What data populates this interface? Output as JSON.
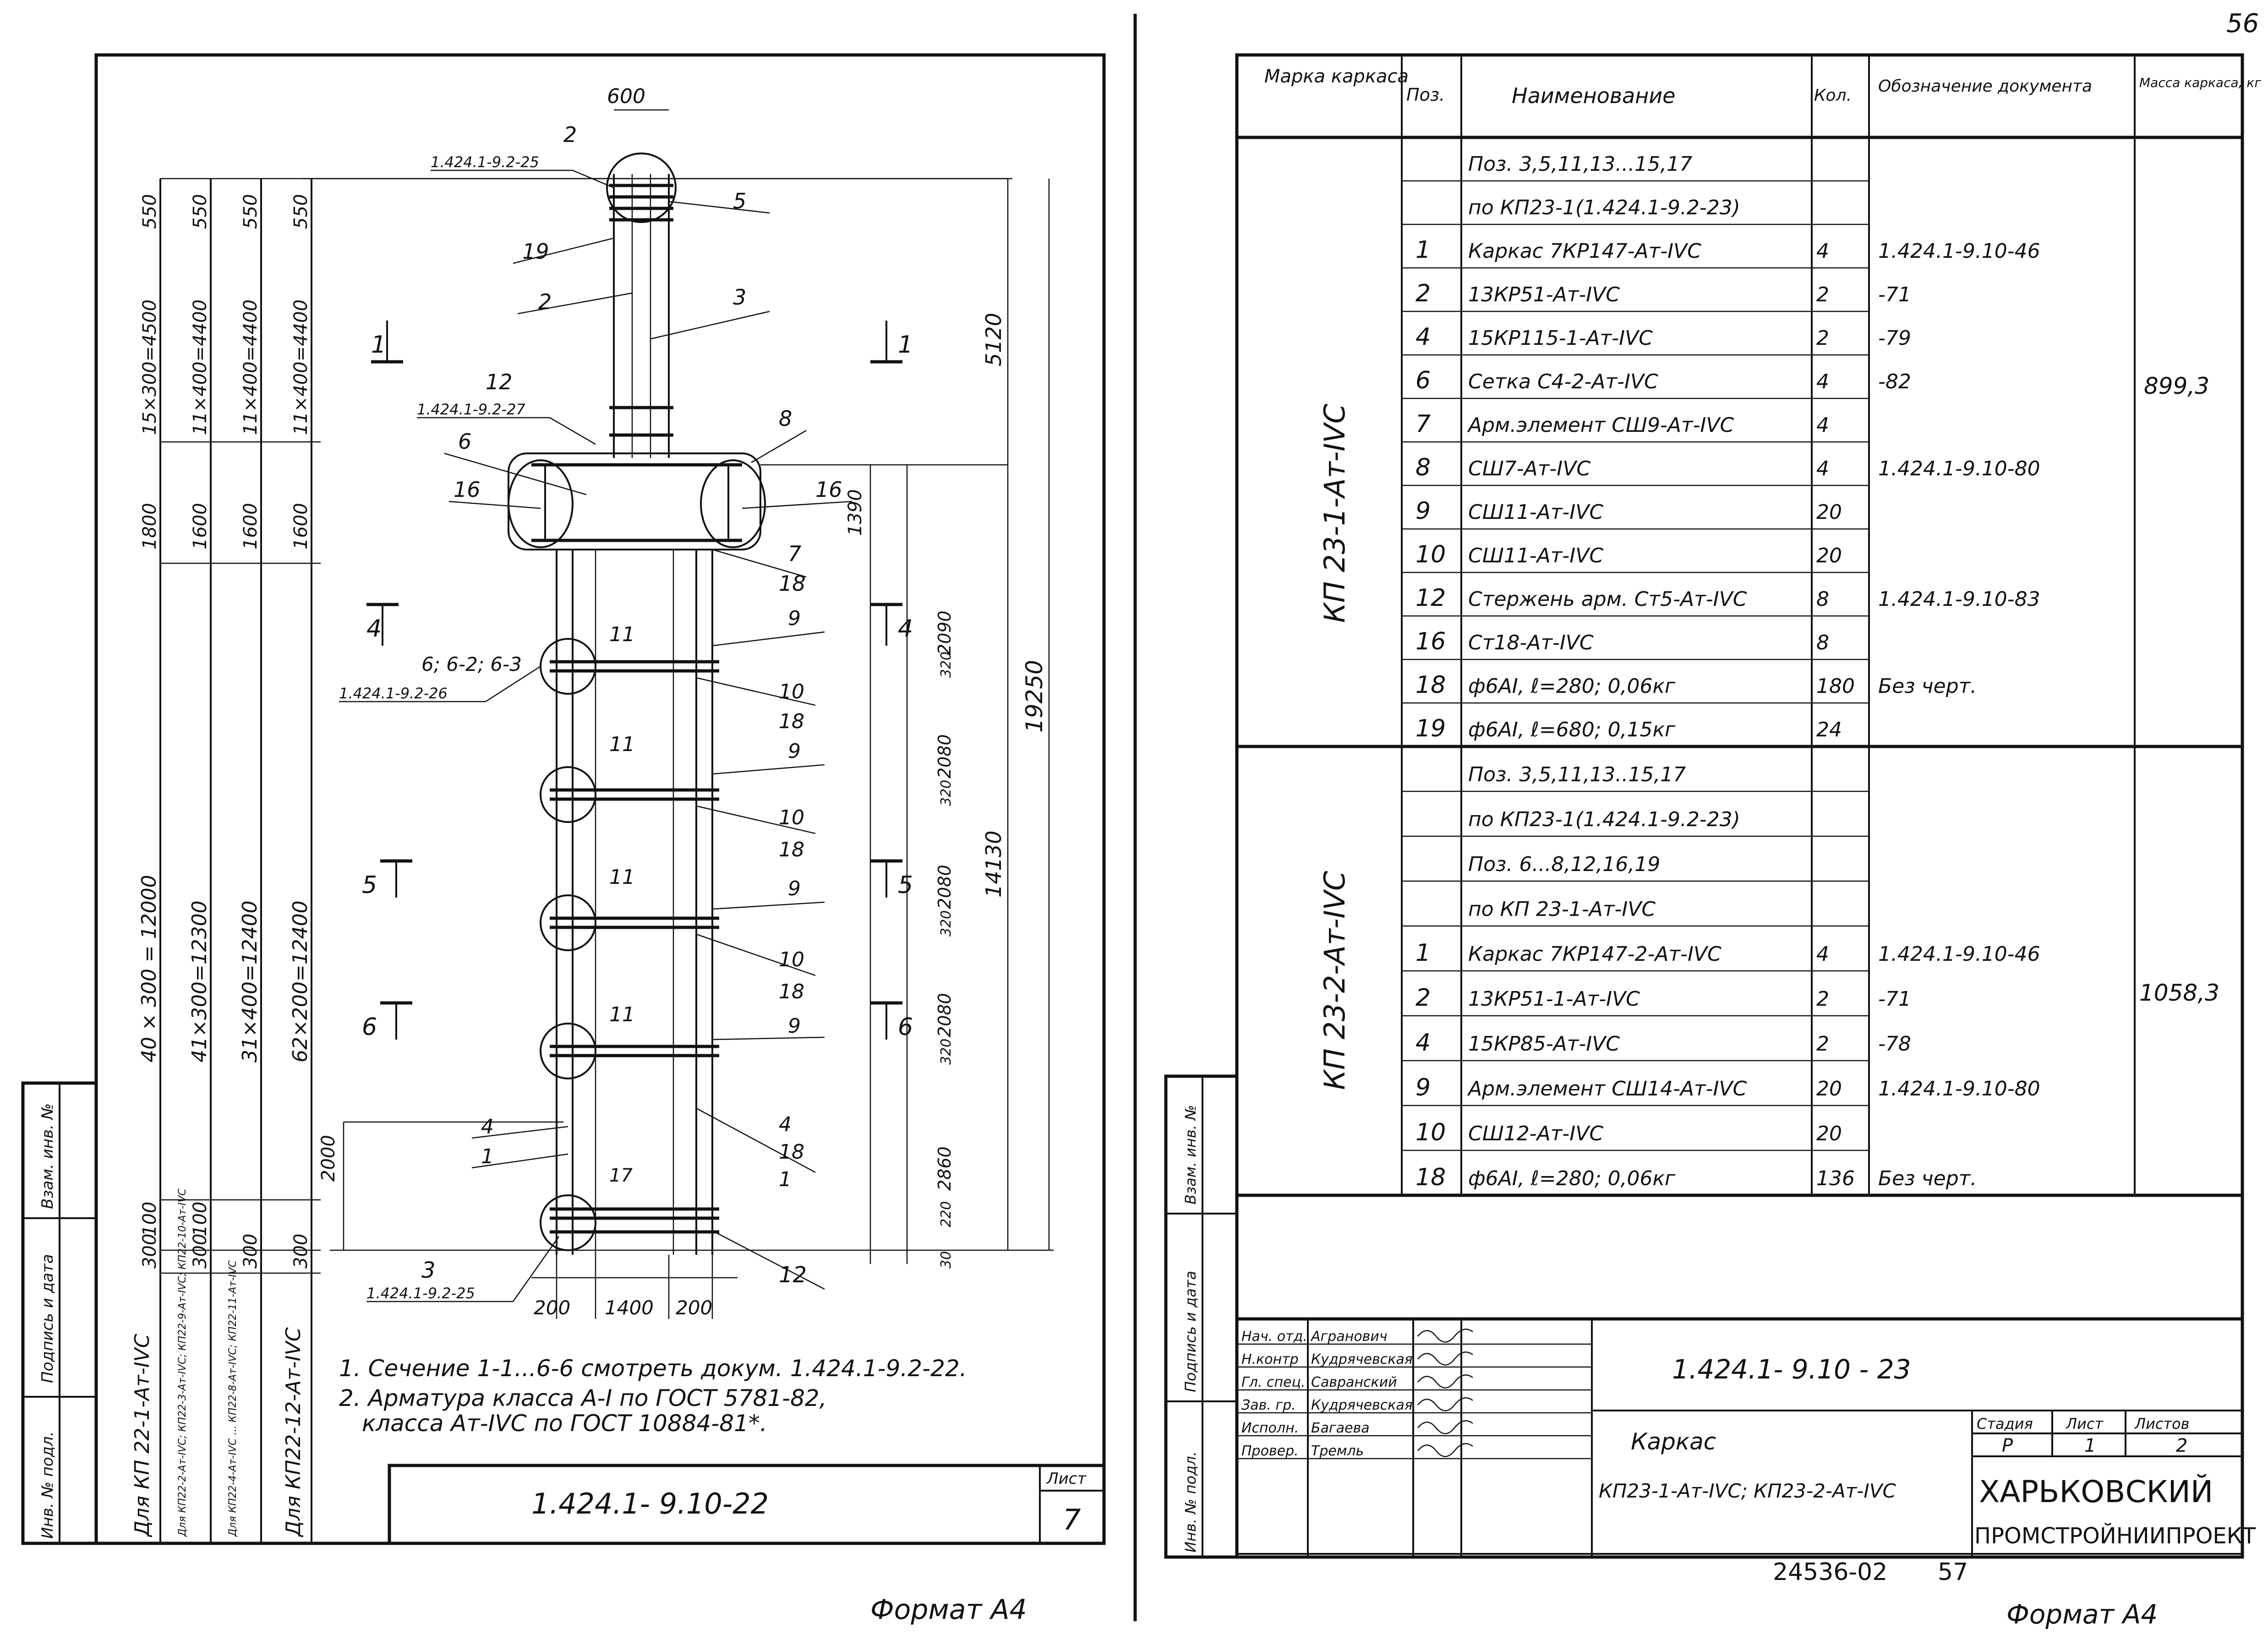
{
  "page_number": "56",
  "archive_number": "24536-02",
  "archive_page": "57",
  "format_label": "Формат А4",
  "left_sheet": {
    "doc_code": "1.424.1- 9.10-22",
    "sheet_label": "Лист",
    "sheet_number": "7",
    "notes": [
      "1. Сечение 1-1...6-6 смотреть докум. 1.424.1-9.2-22.",
      "2. Арматура класса А-I по ГОСТ 5781-82,",
      "класса Ат-IVC по ГОСТ 10884-81*."
    ],
    "side_stamp": [
      "Инв. № подл.",
      "Подпись и дата",
      "Взам. инв. №"
    ],
    "column_headers": [
      "Для КП 22-1-Ат-IVC",
      "Для КП22-2-Ат-IVC; КП22-3-Ат-IVC; КП22-9-Ат-IVC; КП22-10-Ат-IVC",
      "Для КП22-4-Ат-IVC ... КП22-8-Ат-IVC; КП22-11-Ат-IVC",
      "Для КП22-12-Ат-IVC"
    ],
    "dims_col1": [
      "550",
      "15×300=4500",
      "1800",
      "40 × 300 = 12000",
      "100",
      "300"
    ],
    "dims_col2": [
      "550",
      "11×400=4400",
      "1600",
      "41×300=12300",
      "100",
      "300"
    ],
    "dims_col3": [
      "550",
      "11×400=4400",
      "1600",
      "31×400=12400",
      "300"
    ],
    "dims_col4": [
      "550",
      "11×400=4400",
      "1600",
      "62×200=12400",
      "300"
    ],
    "dim_labels": {
      "top_width": "600",
      "right_total": "19250",
      "right_upper": "5120",
      "right_lower": "14130",
      "right_1390": "1390",
      "right_seq": [
        "2090",
        "320",
        "2080",
        "320",
        "2080",
        "320",
        "2080",
        "320",
        "2860",
        "220",
        "30"
      ],
      "left_2000": "2000",
      "bottom": [
        "200",
        "1400",
        "200"
      ]
    },
    "callouts": {
      "c2": "2",
      "ref_2": "1.424.1-9.2-25",
      "c5": "5",
      "c19": "19",
      "c2b": "2",
      "c3": "3",
      "c12": "12",
      "ref_12": "1.424.1-9.2-27",
      "c6": "6",
      "c8": "8",
      "c16a": "16",
      "c16b": "16",
      "c7": "7",
      "c18": "18",
      "c9": "9",
      "c10": "10",
      "c11": "11",
      "c4": "4",
      "c1": "1",
      "c17": "17",
      "c3b": "3",
      "ref_3b": "1.424.1-9.2-25",
      "c12b": "12",
      "c662": "6; 6-2; 6-3",
      "ref_662": "1.424.1-9.2-26"
    },
    "sections": [
      "1",
      "4",
      "5",
      "6"
    ]
  },
  "right_sheet": {
    "headers": [
      "Марка каркаса",
      "Поз.",
      "Наименование",
      "Кол.",
      "Обозначение документа",
      "Масса каркаса, кг"
    ],
    "group1": {
      "mark": "КП 23-1-Ат-IVC",
      "mass": "899,3",
      "rows": [
        {
          "pos": "",
          "name": "Поз. 3,5,11,13...15,17",
          "qty": "",
          "doc": ""
        },
        {
          "pos": "",
          "name": "по КП23-1(1.424.1-9.2-23)",
          "qty": "",
          "doc": ""
        },
        {
          "pos": "1",
          "name": "Каркас 7КР147-Ат-IVC",
          "qty": "4",
          "doc": "1.424.1-9.10-46"
        },
        {
          "pos": "2",
          "name": "13КР51-Ат-IVC",
          "qty": "2",
          "doc": "-71"
        },
        {
          "pos": "4",
          "name": "15КР115-1-Ат-IVC",
          "qty": "2",
          "doc": "-79"
        },
        {
          "pos": "6",
          "name": "Сетка С4-2-Ат-IVC",
          "qty": "4",
          "doc": "-82"
        },
        {
          "pos": "7",
          "name": "Арм.элемент СШ9-Ат-IVC",
          "qty": "4",
          "doc": ""
        },
        {
          "pos": "8",
          "name": "СШ7-Ат-IVC",
          "qty": "4",
          "doc": "1.424.1-9.10-80"
        },
        {
          "pos": "9",
          "name": "СШ11-Ат-IVC",
          "qty": "20",
          "doc": ""
        },
        {
          "pos": "10",
          "name": "СШ11-Ат-IVC",
          "qty": "20",
          "doc": ""
        },
        {
          "pos": "12",
          "name": "Стержень арм. Ст5-Ат-IVC",
          "qty": "8",
          "doc": "1.424.1-9.10-83"
        },
        {
          "pos": "16",
          "name": "Ст18-Ат-IVC",
          "qty": "8",
          "doc": ""
        },
        {
          "pos": "18",
          "name": "ф6АI, ℓ=280;  0,06кг",
          "qty": "180",
          "doc": "Без черт."
        },
        {
          "pos": "19",
          "name": "ф6АI, ℓ=680;  0,15кг",
          "qty": "24",
          "doc": ""
        }
      ]
    },
    "group2": {
      "mark": "КП 23-2-Ат-IVC",
      "mass": "1058,3",
      "rows": [
        {
          "pos": "",
          "name": "Поз. 3,5,11,13..15,17",
          "qty": "",
          "doc": ""
        },
        {
          "pos": "",
          "name": "по КП23-1(1.424.1-9.2-23)",
          "qty": "",
          "doc": ""
        },
        {
          "pos": "",
          "name": "Поз. 6...8,12,16,19",
          "qty": "",
          "doc": ""
        },
        {
          "pos": "",
          "name": "по КП 23-1-Ат-IVC",
          "qty": "",
          "doc": ""
        },
        {
          "pos": "1",
          "name": "Каркас 7КР147-2-Ат-IVC",
          "qty": "4",
          "doc": "1.424.1-9.10-46"
        },
        {
          "pos": "2",
          "name": "13КР51-1-Ат-IVC",
          "qty": "2",
          "doc": "-71"
        },
        {
          "pos": "4",
          "name": "15КР85-Ат-IVC",
          "qty": "2",
          "doc": "-78"
        },
        {
          "pos": "9",
          "name": "Арм.элемент СШ14-Ат-IVC",
          "qty": "20",
          "doc": "1.424.1-9.10-80"
        },
        {
          "pos": "10",
          "name": "СШ12-Ат-IVC",
          "qty": "20",
          "doc": ""
        },
        {
          "pos": "18",
          "name": "ф6АI, ℓ=280;  0,06кг",
          "qty": "136",
          "doc": "Без черт."
        }
      ]
    },
    "title_block": {
      "doc_code": "1.424.1- 9.10 - 23",
      "roles": [
        {
          "role": "Нач. отд.",
          "name": "Агранович"
        },
        {
          "role": "Н.контр",
          "name": "Кудрячевская"
        },
        {
          "role": "Гл. спец.",
          "name": "Савранский"
        },
        {
          "role": "Зав. гр.",
          "name": "Кудрячевская"
        },
        {
          "role": "Исполн.",
          "name": "Багаева"
        },
        {
          "role": "Провер.",
          "name": "Тремль"
        }
      ],
      "title_line1": "Каркас",
      "title_line2": "КП23-1-Ат-IVC; КП23-2-Ат-IVC",
      "stage_label": "Стадия",
      "sheet_label": "Лист",
      "sheets_label": "Листов",
      "stage": "Р",
      "sheet": "1",
      "sheets": "2",
      "org_line1": "ХАРЬКОВСКИЙ",
      "org_line2": "ПРОМСТРОЙНИИПРОЕКТ"
    },
    "side_stamp": [
      "Инв. № подл.",
      "Подпись и дата",
      "Взам. инв. №"
    ]
  }
}
